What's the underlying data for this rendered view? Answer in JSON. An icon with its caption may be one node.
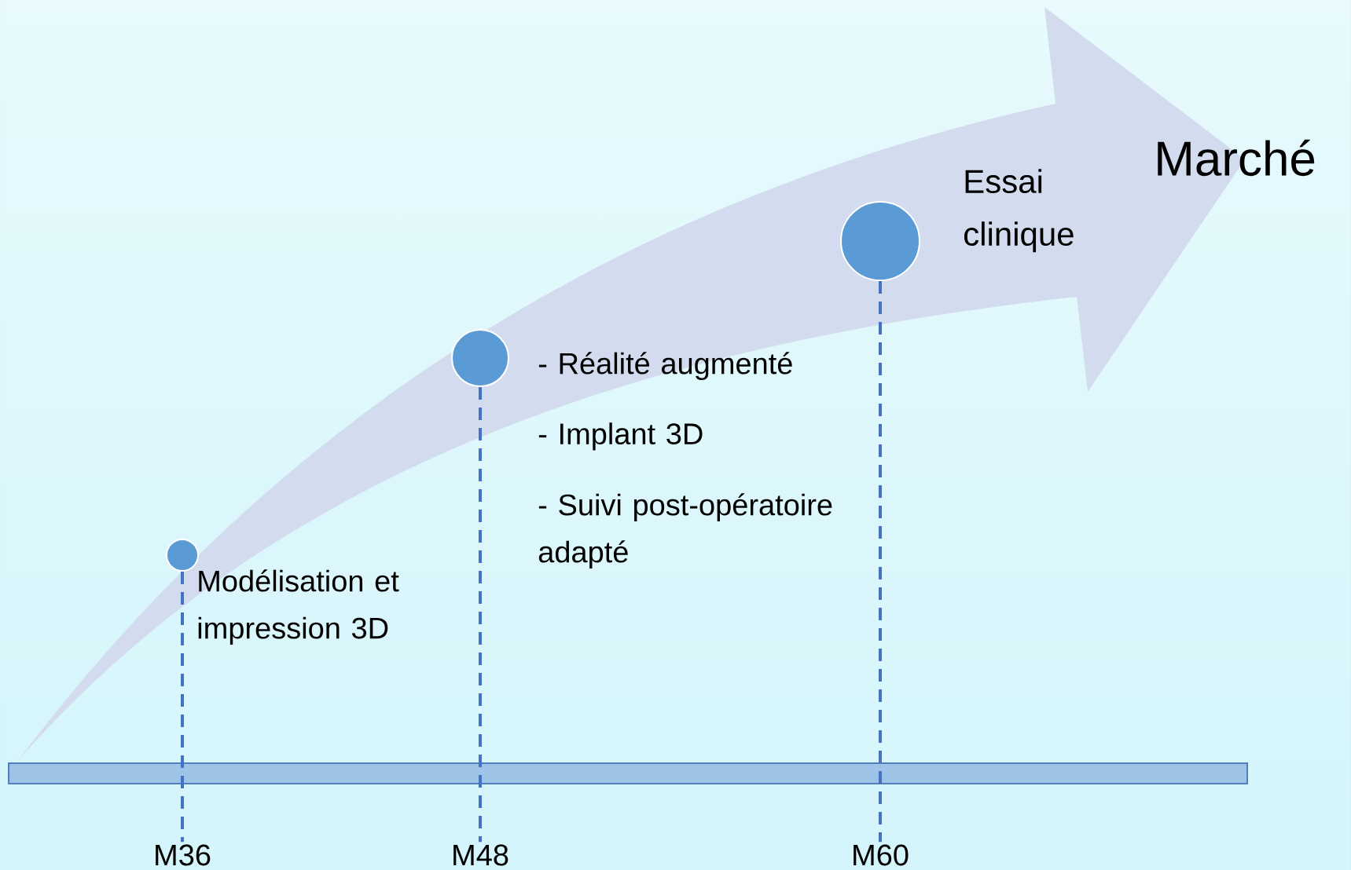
{
  "diagram": {
    "nodes": [
      {
        "text": [],
        "shape": "circle",
        "beside": [
          "Modélisation et impression 3D"
        ]
      },
      {
        "text": [],
        "shape": "circle",
        "beside": [
          "- Réalité augmenté",
          "- Implant 3D",
          "- Suivi post-opératoire adapté"
        ]
      },
      {
        "text": [],
        "shape": "circle",
        "beside": [
          "Essai clinique"
        ]
      },
      {
        "text": [
          "M36"
        ]
      },
      {
        "text": [
          "M48"
        ]
      },
      {
        "text": [
          "M60"
        ]
      }
    ],
    "edges": [
      {
        "from": 0,
        "to": 3,
        "arrow": "none",
        "style": "dashed"
      },
      {
        "from": 1,
        "to": 4,
        "arrow": "none",
        "style": "dashed"
      },
      {
        "from": 2,
        "to": 5,
        "arrow": "none",
        "style": "dashed"
      }
    ],
    "labels": [
      "Marché"
    ]
  }
}
